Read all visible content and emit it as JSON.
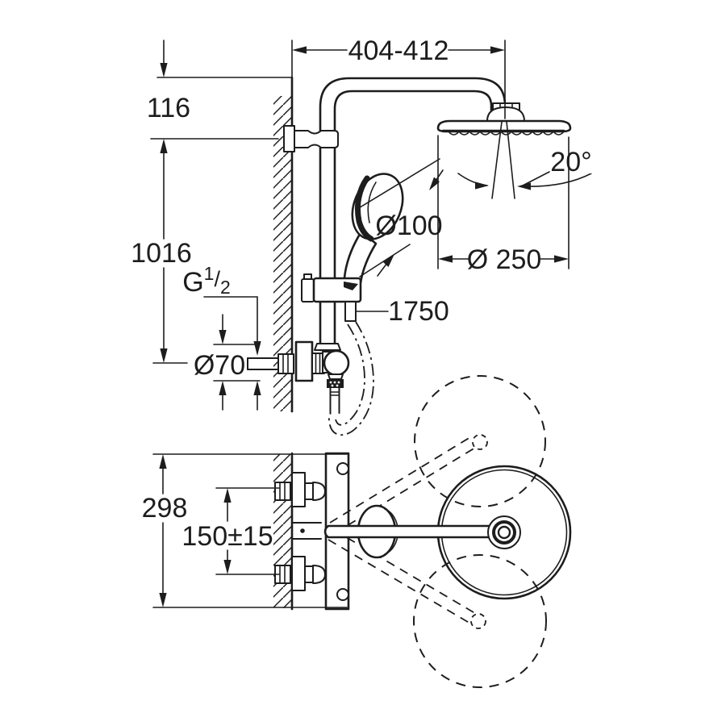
{
  "colors": {
    "ink": "#1d1d1d",
    "background": "#ffffff"
  },
  "dimensions": {
    "top_width": "404-412",
    "top_offset": "116",
    "riser_height": "1016",
    "spray_angle": "20°",
    "hand_shower_diameter": "Ø100",
    "head_shower_diameter": "Ø 250",
    "hose_length": "1750",
    "thread": {
      "letter": "G",
      "numerator": "1",
      "slash": "/",
      "denominator": "2"
    },
    "escutcheon_diameter": "Ø70",
    "plan_height": "298",
    "supply_center_distance": "150±15"
  }
}
